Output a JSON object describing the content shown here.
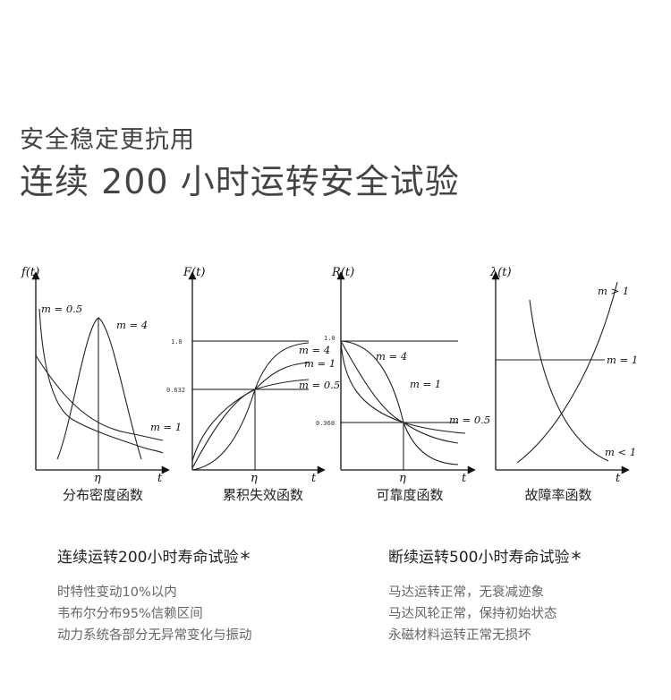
{
  "header": {
    "subtitle": "安全稳定更抗用",
    "title": "连续 200 小时运转安全试验"
  },
  "chart_data": [
    {
      "type": "line",
      "ylabel": "f(t)",
      "xlabel": "t",
      "x_tick": "η",
      "caption": "分布密度函数",
      "series": [
        {
          "name": "m = 0.5",
          "label": "m = 0.5"
        },
        {
          "name": "m = 4",
          "label": "m = 4"
        },
        {
          "name": "m = 1",
          "label": "m = 1"
        }
      ]
    },
    {
      "type": "line",
      "ylabel": "F(t)",
      "xlabel": "t",
      "x_tick": "η",
      "y_ticks": [
        "1.0",
        "0.632"
      ],
      "caption": "累积失效函数",
      "series": [
        {
          "name": "m = 4",
          "label": "m = 4"
        },
        {
          "name": "m = 1",
          "label": "m = 1"
        },
        {
          "name": "m = 0.5",
          "label": "m = 0.5"
        }
      ]
    },
    {
      "type": "line",
      "ylabel": "R(t)",
      "xlabel": "t",
      "x_tick": "η",
      "y_ticks": [
        "1.0",
        "0.368"
      ],
      "caption": "可靠度函数",
      "series": [
        {
          "name": "m = 4",
          "label": "m = 4"
        },
        {
          "name": "m = 1",
          "label": "m = 1"
        },
        {
          "name": "m = 0.5",
          "label": "m = 0.5"
        }
      ]
    },
    {
      "type": "line",
      "ylabel": "λ(t)",
      "xlabel": "t",
      "caption": "故障率函数",
      "series": [
        {
          "name": "m > 1",
          "label": "m > 1"
        },
        {
          "name": "m = 1",
          "label": "m = 1"
        },
        {
          "name": "m < 1",
          "label": "m < 1"
        }
      ]
    }
  ],
  "features": [
    {
      "title": "连续运转200小时寿命试验",
      "star": "*",
      "items": [
        "时特性变动10%以内",
        "韦布尔分布95%信赖区间",
        "动力系统各部分无异常变化与振动"
      ]
    },
    {
      "title": "断续运转500小时寿命试验",
      "star": "*",
      "items": [
        "马达运转正常，无衰减迹象",
        "马达风轮正常，保持初始状态",
        "永磁材料运转正常无损坏"
      ]
    }
  ]
}
